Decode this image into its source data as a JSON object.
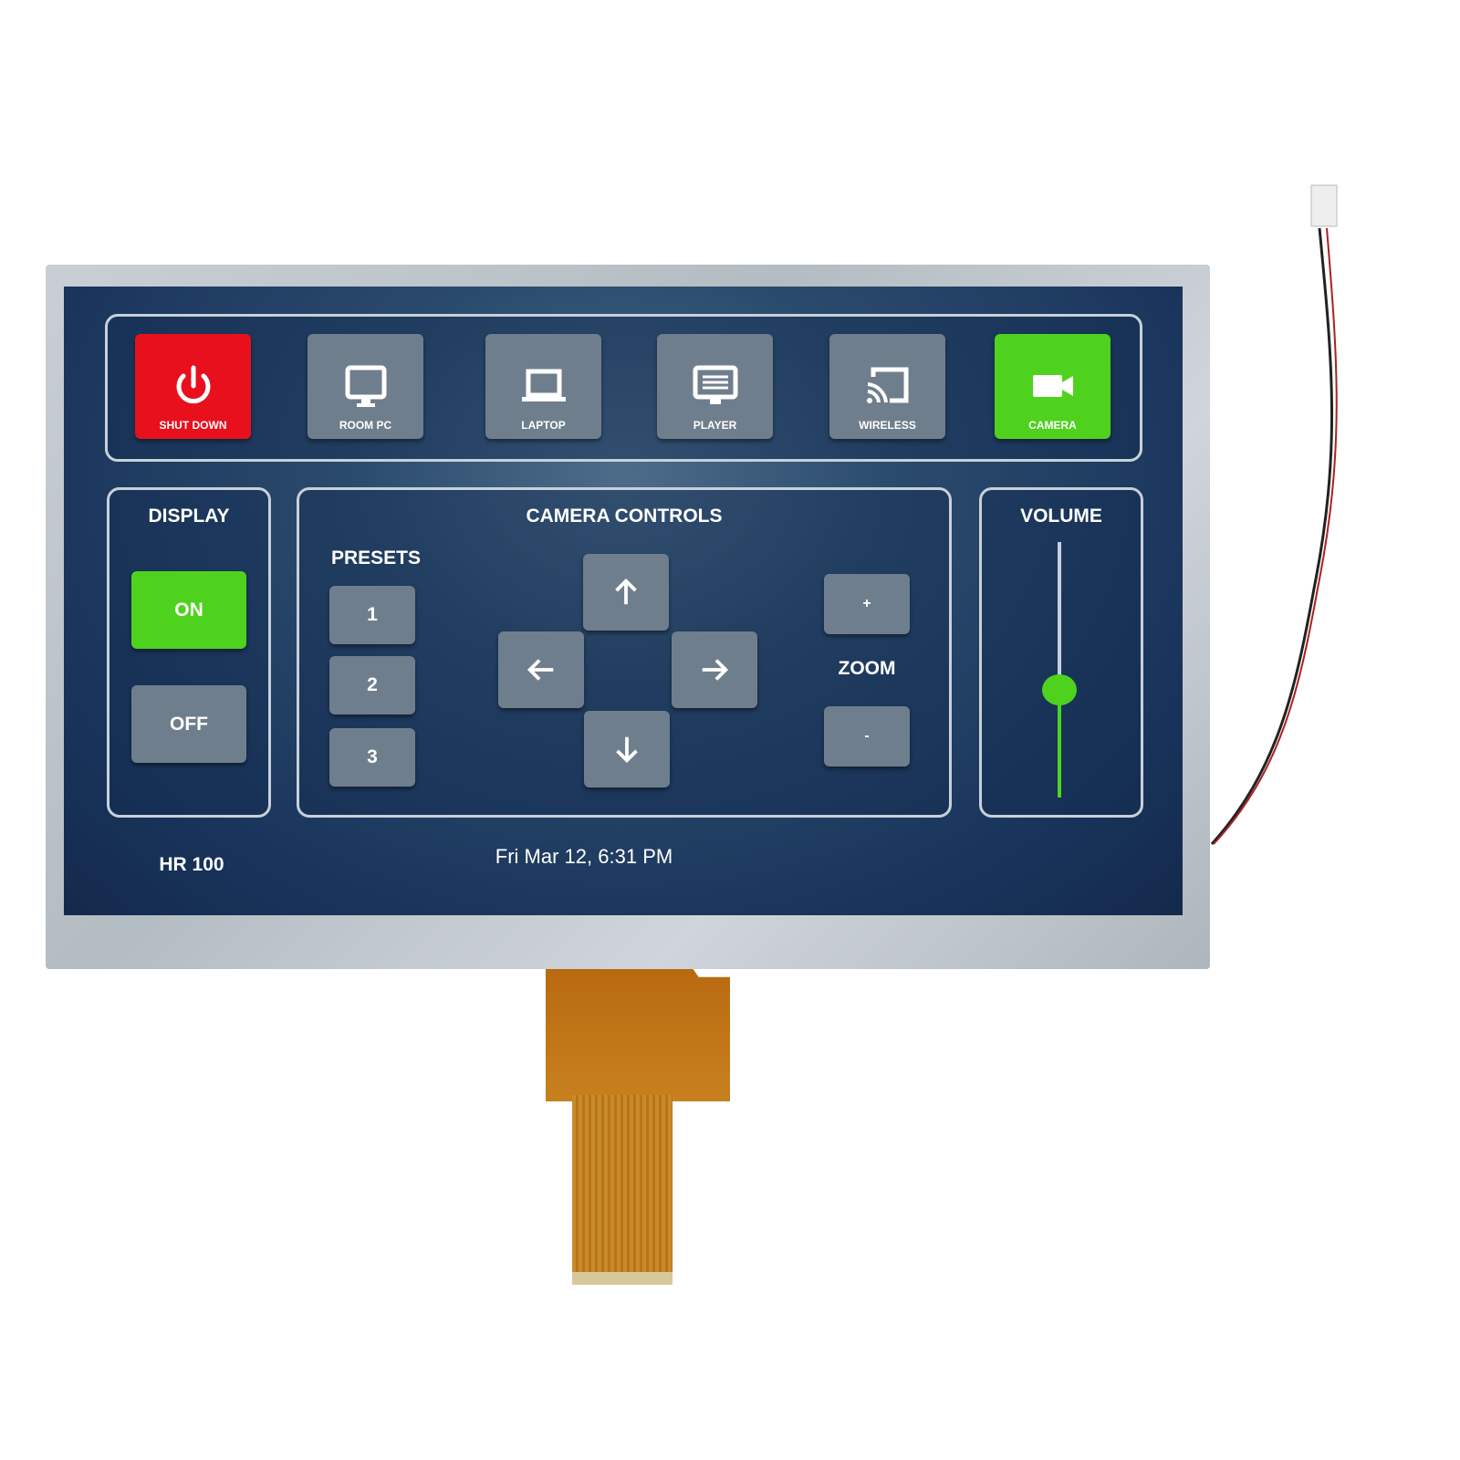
{
  "sources": [
    {
      "label": "SHUT DOWN",
      "icon": "power-icon",
      "color": "#e8101c"
    },
    {
      "label": "ROOM PC",
      "icon": "monitor-icon",
      "color": "#6f7e8c"
    },
    {
      "label": "LAPTOP",
      "icon": "laptop-icon",
      "color": "#6f7e8c"
    },
    {
      "label": "PLAYER",
      "icon": "player-icon",
      "color": "#6f7e8c"
    },
    {
      "label": "WIRELESS",
      "icon": "cast-icon",
      "color": "#6f7e8c"
    },
    {
      "label": "CAMERA",
      "icon": "video-camera-icon",
      "color": "#4fd21e"
    }
  ],
  "display": {
    "title": "DISPLAY",
    "on": "ON",
    "off": "OFF",
    "active": "ON"
  },
  "camera": {
    "title": "CAMERA CONTROLS",
    "presets_title": "PRESETS",
    "presets": [
      "1",
      "2",
      "3"
    ],
    "zoom_label": "ZOOM",
    "zoom_in": "+",
    "zoom_out": "-"
  },
  "volume": {
    "title": "VOLUME",
    "level": 0.42
  },
  "footer": {
    "room": "HR 100",
    "datetime": "Fri Mar 12, 6:31 PM"
  },
  "colors": {
    "accent_green": "#4fd21e",
    "shutdown_red": "#e8101c",
    "button_gray": "#6f7e8c"
  }
}
